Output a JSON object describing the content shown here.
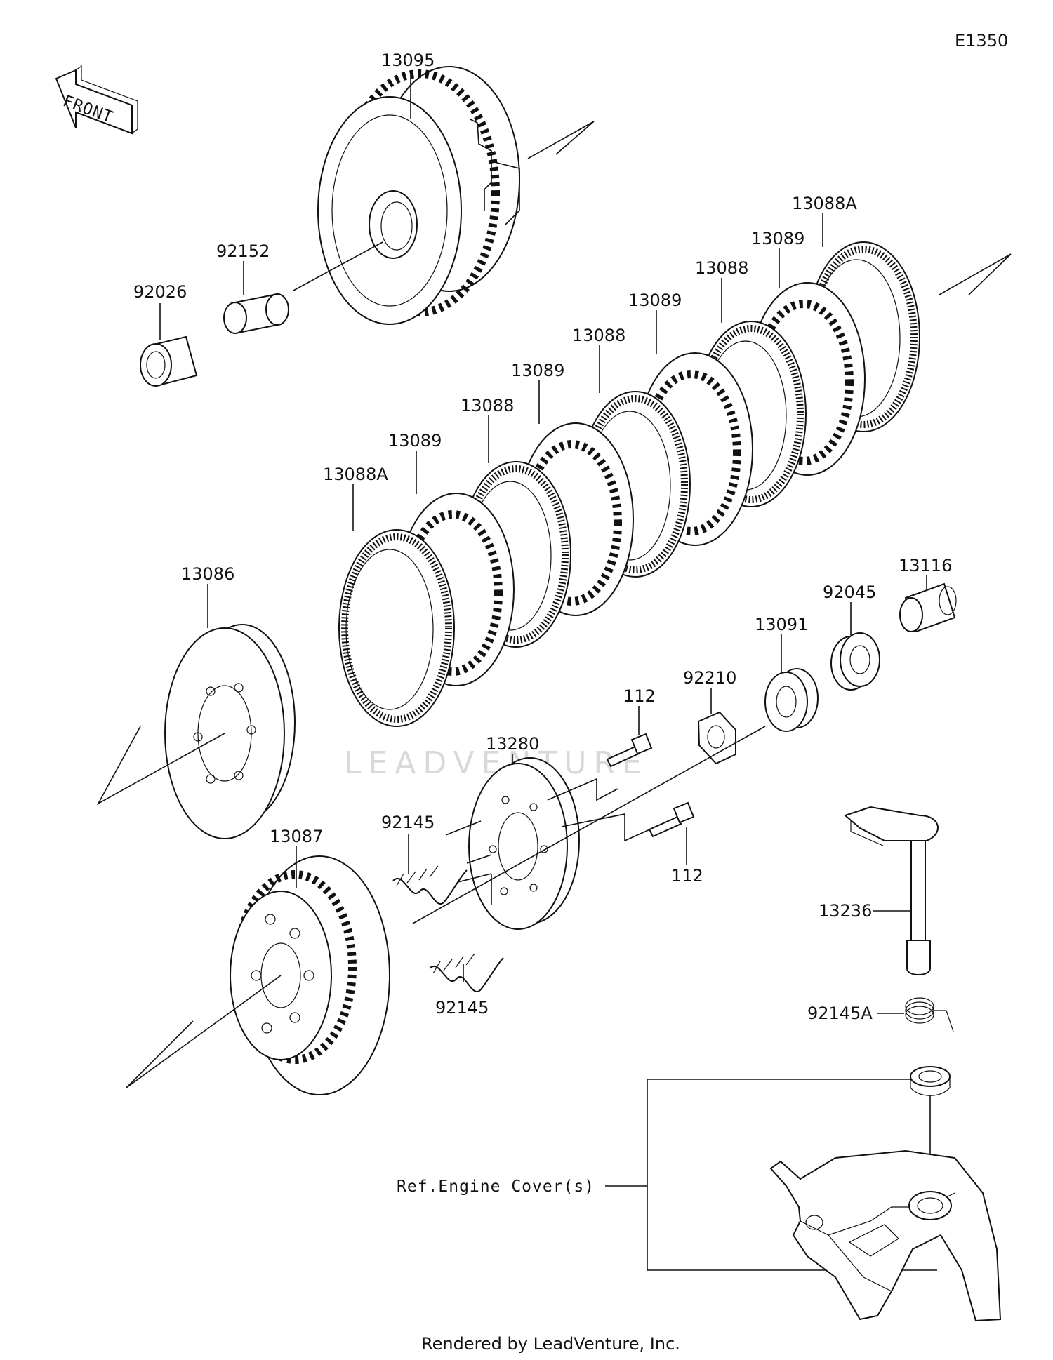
{
  "diagram": {
    "code": "E1350",
    "front_label": "FRONT",
    "footer": "Rendered by LeadVenture, Inc.",
    "watermark": "LEADVENTURE",
    "ref_label": "Ref.Engine Cover(s)",
    "parts": {
      "p13095": "13095",
      "p92152": "92152",
      "p92026": "92026",
      "p13088A_top": "13088A",
      "p13089_a": "13089",
      "p13088_a": "13088",
      "p13089_b": "13089",
      "p13088_b": "13088",
      "p13089_c": "13089",
      "p13088_c": "13088",
      "p13089_d": "13089",
      "p13088A_bottom": "13088A",
      "p13086": "13086",
      "p13116": "13116",
      "p92045": "92045",
      "p13091": "13091",
      "p92210": "92210",
      "p112_top": "112",
      "p13280": "13280",
      "p92145_top": "92145",
      "p112_bottom": "112",
      "p13087": "13087",
      "p92145_bottom": "92145",
      "p13236": "13236",
      "p92145A": "92145A"
    }
  }
}
